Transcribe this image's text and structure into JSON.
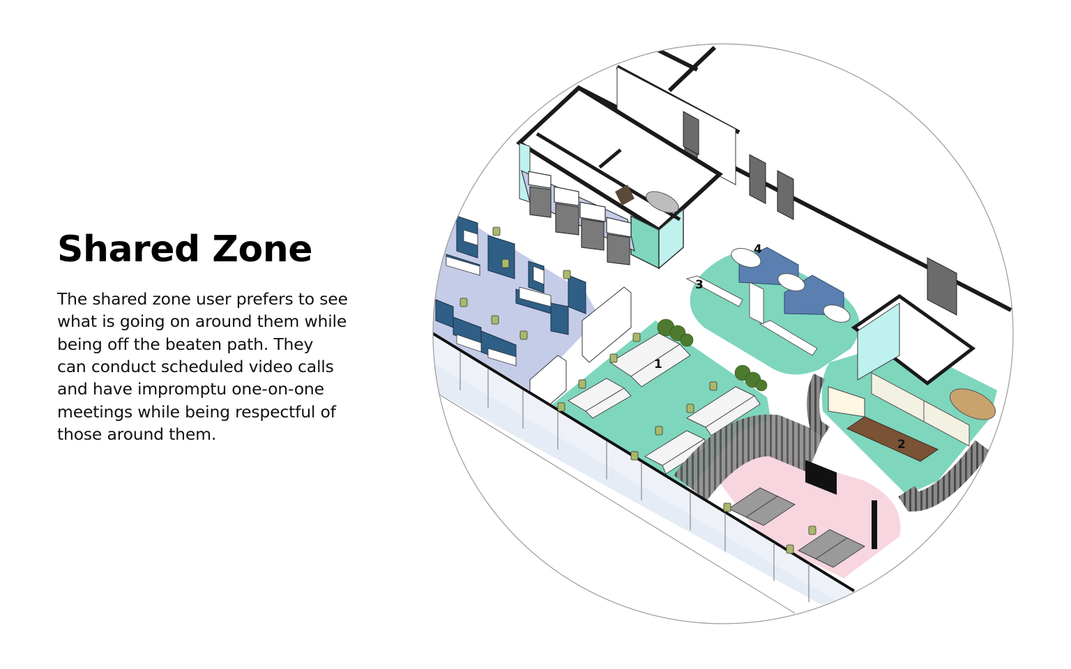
{
  "page": {
    "title": "Shared Zone",
    "description": "The shared zone user prefers to see\nwhat is going on around them while\nbeing off the beaten path. They\ncan conduct scheduled video calls\nand have impromptu one-on-one\nmeetings while being respectful of\nthose around them."
  },
  "illustration": {
    "type": "isometric-floor-plan",
    "shape": "circle",
    "zone_labels": [
      {
        "id": "1",
        "label": "1",
        "area": "open workstations (mint)"
      },
      {
        "id": "2",
        "label": "2",
        "area": "meeting room with long table"
      },
      {
        "id": "3",
        "label": "3",
        "area": "high-top bar tables"
      },
      {
        "id": "4",
        "label": "4",
        "area": "booth seating"
      }
    ],
    "colors": {
      "mint": "#7ed6bd",
      "pink": "#f8d6df",
      "lavender": "#c4cce8",
      "panel_blue": "#2f5f86",
      "booth_blue": "#5a7fb0",
      "chair_olive": "#a9b96b",
      "table_brown": "#7a5236",
      "glass": "#bff2ee",
      "wall": "#1a1a1a",
      "outline": "#9a9a9a"
    }
  }
}
